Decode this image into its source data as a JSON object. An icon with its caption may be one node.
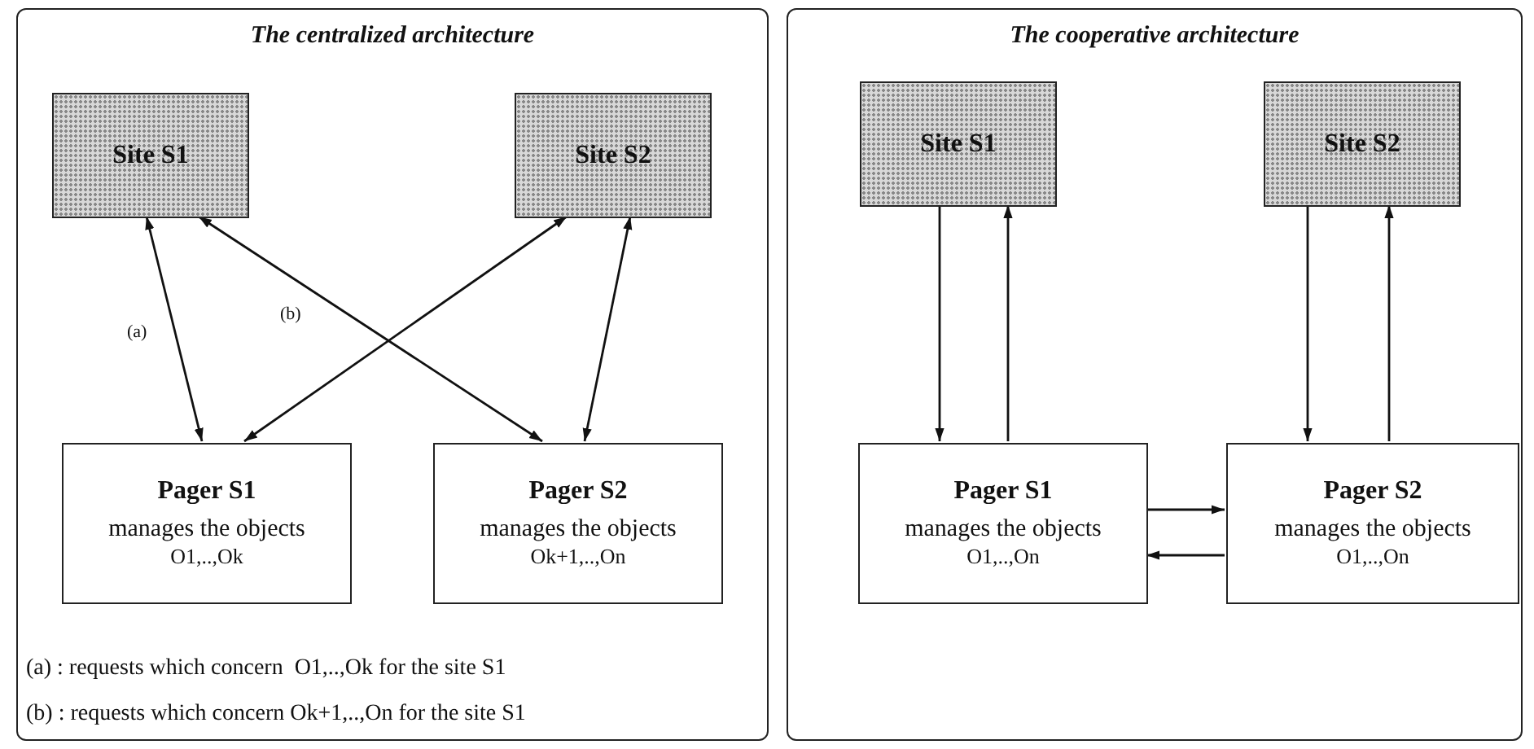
{
  "diagram": {
    "nodes": [
      {
        "text": [
          "The centralized architecture"
        ]
      },
      {
        "text": [
          "Site S1"
        ],
        "in": 0
      },
      {
        "text": [
          "Site S2"
        ],
        "in": 0
      },
      {
        "text": [
          "Pager S1",
          "manages the objects",
          "O1,..,Ok"
        ],
        "in": 0
      },
      {
        "text": [
          "Pager S2",
          "manages the objects",
          "Ok+1,..,On"
        ],
        "in": 0
      },
      {
        "text": [
          "The cooperative architecture"
        ]
      },
      {
        "text": [
          "Site S1"
        ],
        "in": 5
      },
      {
        "text": [
          "Site S2"
        ],
        "in": 5
      },
      {
        "text": [
          "Pager S1",
          "manages the objects",
          "O1,..,On"
        ],
        "in": 5
      },
      {
        "text": [
          "Pager S2",
          "manages the objects",
          "O1,..,On"
        ],
        "in": 5
      }
    ],
    "edges": [
      {
        "from": 1,
        "to": 3,
        "arrow": "both",
        "label": "(a)"
      },
      {
        "from": 1,
        "to": 4,
        "arrow": "both",
        "label": "(b)"
      },
      {
        "from": 2,
        "to": 3,
        "arrow": "both"
      },
      {
        "from": 2,
        "to": 4,
        "arrow": "both"
      },
      {
        "from": 6,
        "to": 8,
        "arrow": "to"
      },
      {
        "from": 8,
        "to": 6,
        "arrow": "to"
      },
      {
        "from": 7,
        "to": 9,
        "arrow": "to"
      },
      {
        "from": 9,
        "to": 7,
        "arrow": "to"
      },
      {
        "from": 8,
        "to": 9,
        "arrow": "to"
      },
      {
        "from": 9,
        "to": 8,
        "arrow": "to"
      }
    ],
    "labels": [
      "(a) : requests which concern  O1,..,Ok for the site S1",
      "(b) : requests which concern Ok+1,..,On for the site S1"
    ]
  }
}
